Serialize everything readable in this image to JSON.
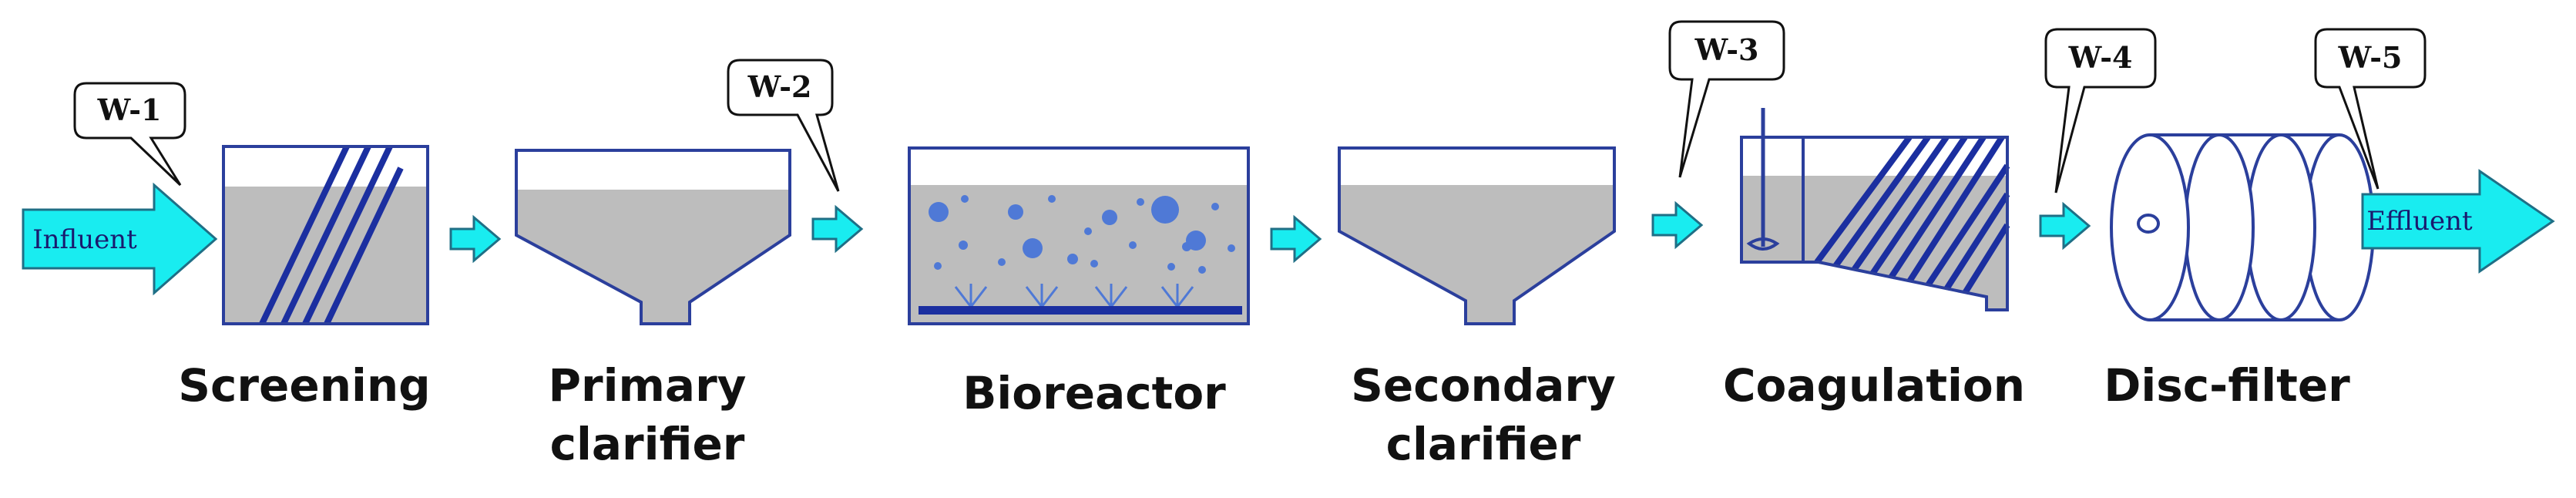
{
  "stages": [
    {
      "id": "screening",
      "label_lines": [
        "Screening"
      ]
    },
    {
      "id": "primary-clarifier",
      "label_lines": [
        "Primary",
        "clarifier"
      ]
    },
    {
      "id": "bioreactor",
      "label_lines": [
        "Bioreactor"
      ]
    },
    {
      "id": "secondary-clarifier",
      "label_lines": [
        "Secondary",
        "clarifier"
      ]
    },
    {
      "id": "coagulation",
      "label_lines": [
        "Coagulation"
      ]
    },
    {
      "id": "disc-filter",
      "label_lines": [
        "Disc-filter"
      ]
    }
  ],
  "sampling_points": [
    "W-1",
    "W-2",
    "W-3",
    "W-4",
    "W-5"
  ],
  "flow": {
    "influent": "Influent",
    "effluent": "Effluent"
  },
  "colors": {
    "water": "#bdbdbd",
    "outline": "#2b3f9c",
    "baffle": "#1b2fa0",
    "arrow_fill": "#19ecf0",
    "arrow_stroke": "#1f6f86",
    "bubble": "#4f79d6"
  }
}
